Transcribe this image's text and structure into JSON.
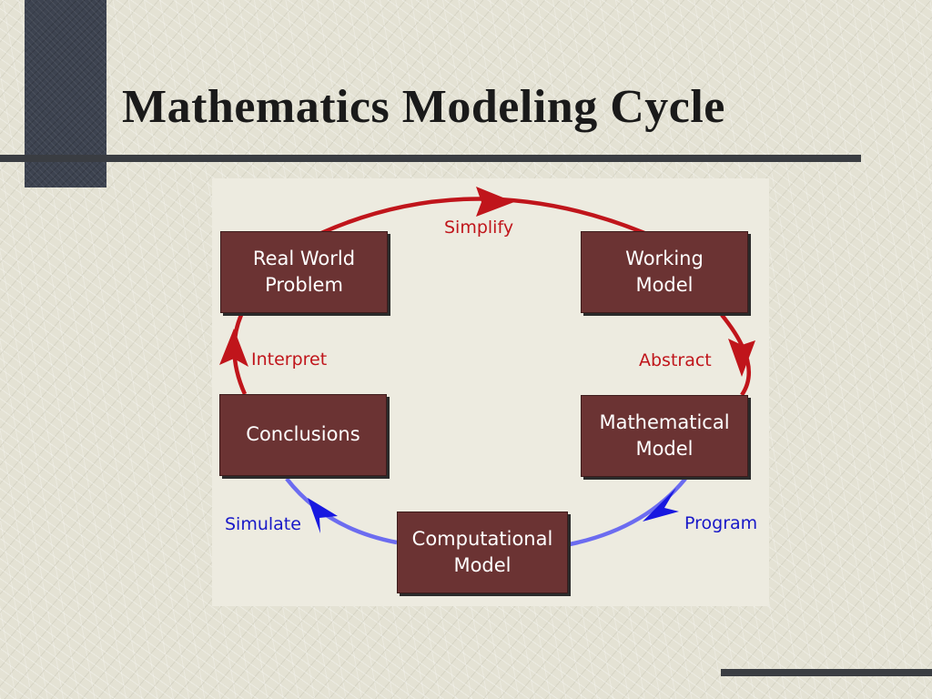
{
  "slide": {
    "title": "Mathematics Modeling Cycle"
  },
  "diagram": {
    "nodes": {
      "real_world_problem": "Real World\nProblem",
      "working_model": "Working\nModel",
      "mathematical_model": "Mathematical\nModel",
      "computational_model": "Computational\nModel",
      "conclusions": "Conclusions"
    },
    "edges": {
      "simplify": "Simplify",
      "abstract": "Abstract",
      "program": "Program",
      "simulate": "Simulate",
      "interpret": "Interpret"
    },
    "colors": {
      "box_fill": "#6b3333",
      "red_arc": "#c0151b",
      "blue_arc": "#6c6cf0",
      "blue_arrowhead": "#1818e0"
    }
  }
}
